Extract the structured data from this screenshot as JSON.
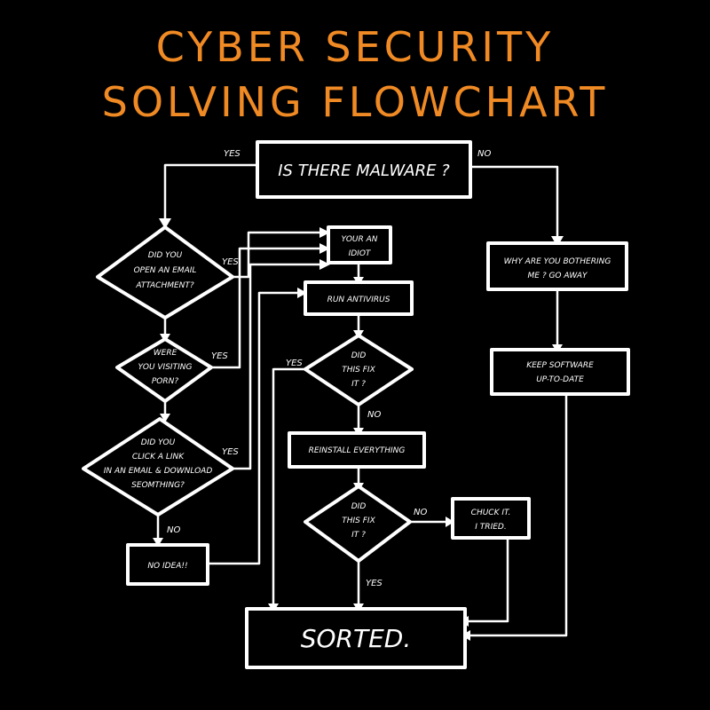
{
  "title": {
    "line1": "CYBER SECURITY",
    "line2": "SOLVING FLOWCHART"
  },
  "nodes": {
    "malware": [
      "IS THERE MALWARE ?"
    ],
    "email_attachment": [
      "DID YOU",
      "OPEN AN EMAIL",
      "ATTACHMENT?"
    ],
    "porn": [
      "WERE",
      "YOU VISITING",
      "PORN?"
    ],
    "click_link": [
      "DID YOU",
      "CLICK A LINK",
      "IN AN EMAIL & DOWNLOAD",
      "SEOMTHING?"
    ],
    "no_idea": [
      "NO IDEA!!"
    ],
    "idiot": [
      "YOUR AN",
      "IDIOT"
    ],
    "antivirus": [
      "RUN ANTIVIRUS"
    ],
    "fix1": [
      "DID",
      "THIS FIX",
      "IT ?"
    ],
    "reinstall": [
      "REINSTALL EVERYTHING"
    ],
    "fix2": [
      "DID",
      "THIS FIX",
      "IT ?"
    ],
    "chuck": [
      "CHUCK IT.",
      "I TRIED."
    ],
    "bothering": [
      "WHY ARE YOU BOTHERING",
      "ME ? GO AWAY"
    ],
    "keep_software": [
      "KEEP SOFTWARE",
      "UP-TO-DATE"
    ],
    "sorted": [
      "SORTED."
    ]
  },
  "edge_labels": {
    "malware_yes": "YES",
    "malware_no": "NO",
    "email_yes": "YES",
    "porn_yes": "YES",
    "link_yes": "YES",
    "link_no": "NO",
    "fix1_yes": "YES",
    "fix1_no": "NO",
    "fix2_no": "NO",
    "fix2_yes": "YES"
  },
  "colors": {
    "background": "#000000",
    "title": "#f08a24",
    "ink": "#ffffff"
  }
}
